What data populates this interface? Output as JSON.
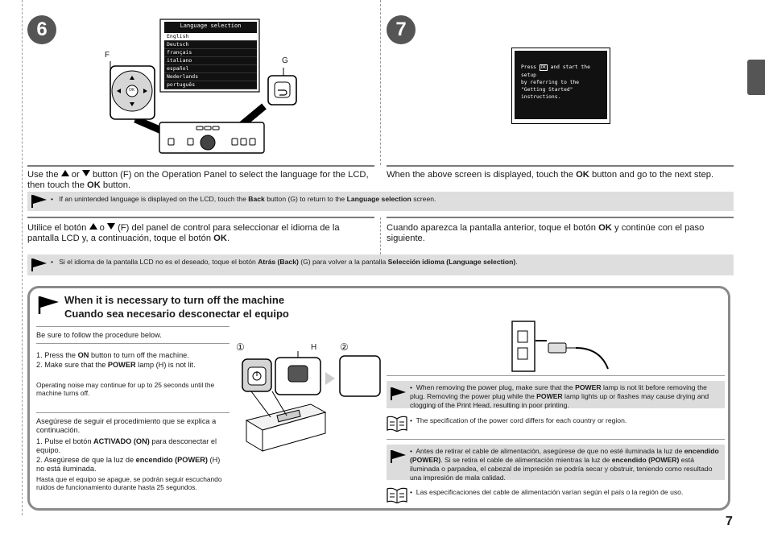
{
  "steps": {
    "six": "6",
    "seven": "7"
  },
  "lcd6": {
    "title": "Language selection",
    "items": [
      "English",
      "Deutsch",
      "français",
      "italiano",
      "español",
      "Nederlands",
      "português"
    ]
  },
  "labels": {
    "f": "F",
    "g": "G",
    "h": "H",
    "ok": "OK"
  },
  "lcd7": {
    "line1": "Press",
    "ok": "OK",
    "line1b": "and start the setup",
    "line2": "by referring to the",
    "line3": "\"Getting Started\" instructions."
  },
  "en6": {
    "p1": "Use the",
    "p2": "or",
    "p3": "button (F) on the Operation Panel to select the language for the LCD, then touch the",
    "ok": "OK",
    "p4": "button."
  },
  "en7": {
    "p1": "When the above screen is displayed, touch the",
    "ok": "OK",
    "p2": "button and go to the next step."
  },
  "note_en": {
    "bullet": "•",
    "t1": "If an unintended language is displayed on the LCD, touch the",
    "back": "Back",
    "t2": "button (G) to return to the",
    "lang": "Language selection",
    "t3": "screen."
  },
  "es6": {
    "p1": "Utilice el botón",
    "p2": "o",
    "p3": "(F) del panel de control para seleccionar el idioma de la pantalla LCD y, a continuación, toque el botón",
    "ok": "OK",
    "p4": "."
  },
  "es7": {
    "p1": "Cuando aparezca la pantalla anterior, toque el botón",
    "ok": "OK",
    "p2": "y continúe con el paso siguiente."
  },
  "note_es": {
    "bullet": "•",
    "t1": "Si el idioma de la pantalla LCD no es el deseado, toque el botón",
    "back": "Atrás (Back)",
    "t2": "(G) para volver a la pantalla",
    "lang": "Selección idioma (Language selection)",
    "t3": "."
  },
  "turnoff": {
    "title_en": "When it is necessary to turn off the machine",
    "title_es": "Cuando sea necesario desconectar el equipo",
    "en_intro": "Be sure to follow the procedure below.",
    "en_step1_a": "1. Press the",
    "en_step1_b": "ON",
    "en_step1_c": "button to turn off the machine.",
    "en_step2_a": "2. Make sure that the",
    "en_step2_b": "POWER",
    "en_step2_c": "lamp (H) is not lit.",
    "en_note": "Operating noise may continue for up to 25 seconds until the machine turns off.",
    "es_intro": "Asegúrese de seguir el procedimiento que se explica a continuación.",
    "es_step1_a": "1. Pulse el botón",
    "es_step1_b": "ACTIVADO (ON)",
    "es_step1_c": "para desconectar el equipo.",
    "es_step2_a": "2. Asegúrese de que la luz de",
    "es_step2_b": "encendido (POWER)",
    "es_step2_c": "(H) no está iluminada.",
    "es_note": "Hasta que el equipo se apague, se podrán seguir escuchando ruidos de funcionamiento durante hasta 25 segundos.",
    "circ1": "①",
    "circ2": "②",
    "caution_en_a": "When removing the power plug, make sure that the",
    "caution_en_b": "POWER",
    "caution_en_c": "lamp is not lit before removing the plug. Removing the power plug while the",
    "caution_en_d": "POWER",
    "caution_en_e": "lamp lights up or flashes may cause drying and clogging of the Print Head, resulting in poor printing.",
    "info_en": "The specification of the power cord differs for each country or region.",
    "caution_es_a": "Antes de retirar el cable de alimentación, asegúrese de que no esté iluminada la luz de",
    "caution_es_b": "encendido (POWER)",
    "caution_es_c": ". Si se retira el cable de alimentación mientras la luz de",
    "caution_es_d": "encendido (POWER)",
    "caution_es_e": "está iluminada o parpadea, el cabezal de impresión se podría secar y obstruir, teniendo como resultado una impresión de mala calidad.",
    "info_es": "Las especificaciones del cable de alimentación varían según el país o la región de uso."
  },
  "page_number": "7",
  "colors": {
    "accent_gray": "#555555",
    "note_bg": "#dedede",
    "box_border": "#8a8a8a"
  }
}
